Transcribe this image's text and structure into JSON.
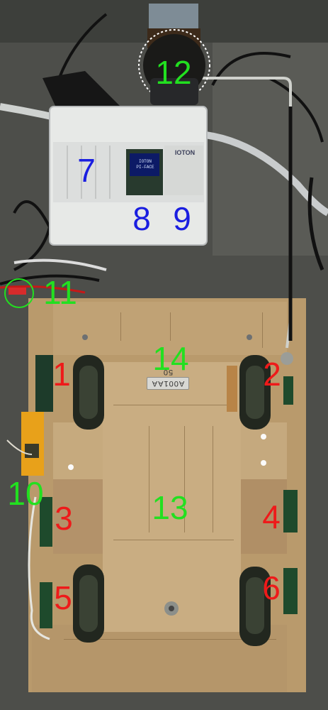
{
  "labels": {
    "l1": "1",
    "l2": "2",
    "l3": "3",
    "l4": "4",
    "l5": "5",
    "l6": "6",
    "l7": "7",
    "l8": "8",
    "l9": "9",
    "l10": "10",
    "l11": "11",
    "l12": "12",
    "l13": "13",
    "l14": "14"
  },
  "plate": "A001AA 50",
  "oled_text": [
    "IOTON",
    "PI-FACE"
  ],
  "relay_text": "IOTON",
  "colors": {
    "blue_label": "#1a1ee0",
    "green_label": "#22e020",
    "red_label": "#ee1a1a",
    "board": "#bf9f72",
    "enclosure": "#e8eae8"
  }
}
